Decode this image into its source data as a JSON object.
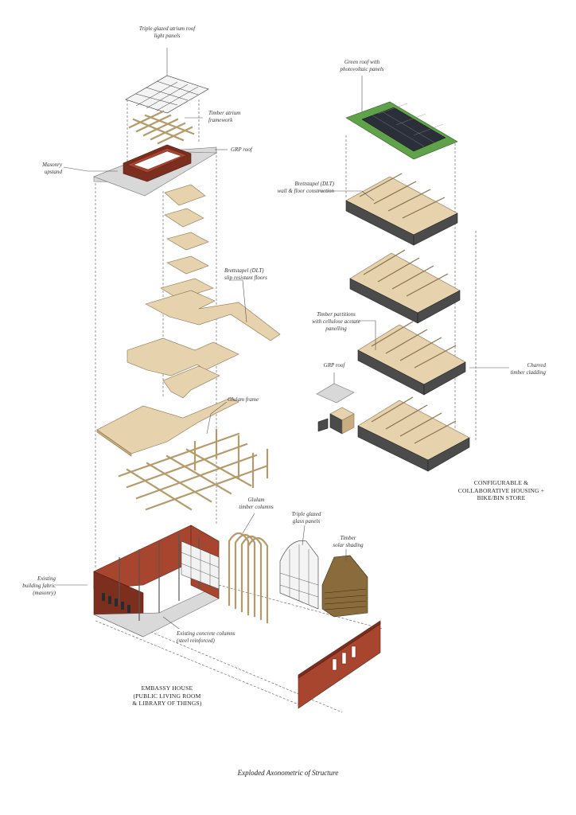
{
  "labels": {
    "atrium_panels": "Triple glazed atrium roof\nlight panels",
    "atrium_frame": "Timber atrium\nframework",
    "grp_roof_left": "GRP roof",
    "masonry_upstand": "Masonry\nupstand",
    "dlt_floors": "Brettstapel (DLT)\nslip resistant floors",
    "glulam_frame": "Glulam frame",
    "existing_fabric": "Existing\nbuilding fabric\n(masonry)",
    "existing_columns": "Existing concrete columns\n(steel reinforced)",
    "glulam_columns": "Glulam\ntimber columns",
    "glass_panels": "Triple glazed\nglass panels",
    "solar_shading": "Timber\nsolar shading",
    "green_roof": "Green roof with\nphotovoltaic panels",
    "dlt_wall_floor": "Brettstapel (DLT)\nwall & floor construction",
    "timber_partitions": "Timber partitions\nwith cellulose acetate\npanelling",
    "grp_roof_right": "GRP roof",
    "charred_cladding": "Charred\ntimber cladding"
  },
  "captions": {
    "housing": "CONFIGURABLE &\nCOLLABORATIVE HOUSING +\nBIKE/BIN STORE",
    "embassy": "EMBASSY HOUSE\n(PUBLIC LIVING ROOM\n& LIBRARY OF THINGS)"
  },
  "title": "Exploded Axonometric of Structure",
  "colors": {
    "brick": "#a8452f",
    "plywood": "#e6d2ad",
    "green_roof": "#5fa24a",
    "pv_panel": "#2b2f3a",
    "charred": "#4b4b4b"
  }
}
